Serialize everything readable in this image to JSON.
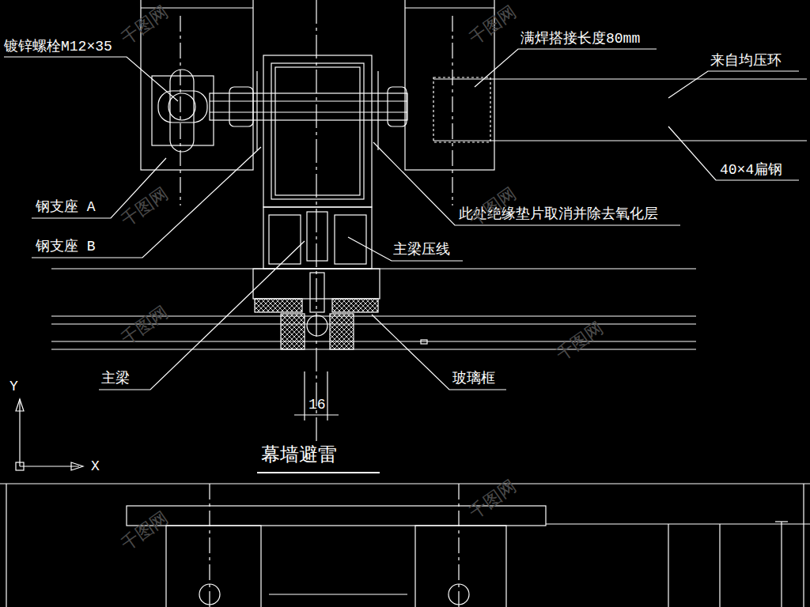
{
  "diagram": {
    "title": "幕墙避雷",
    "labels": [
      "镀锌螺栓M12×35",
      "满焊搭接长度80mm",
      "来自均压环",
      "40×4扁钢",
      "钢支座 A",
      "钢支座 B",
      "此处绝缘垫片取消并除去氧化层",
      "主梁压线",
      "主梁",
      "玻璃框",
      "16",
      "Y",
      "X",
      "千图网",
      "千图网",
      "千图网",
      "千图网",
      "千图网",
      "千图网",
      "千图网",
      "千图网"
    ]
  }
}
